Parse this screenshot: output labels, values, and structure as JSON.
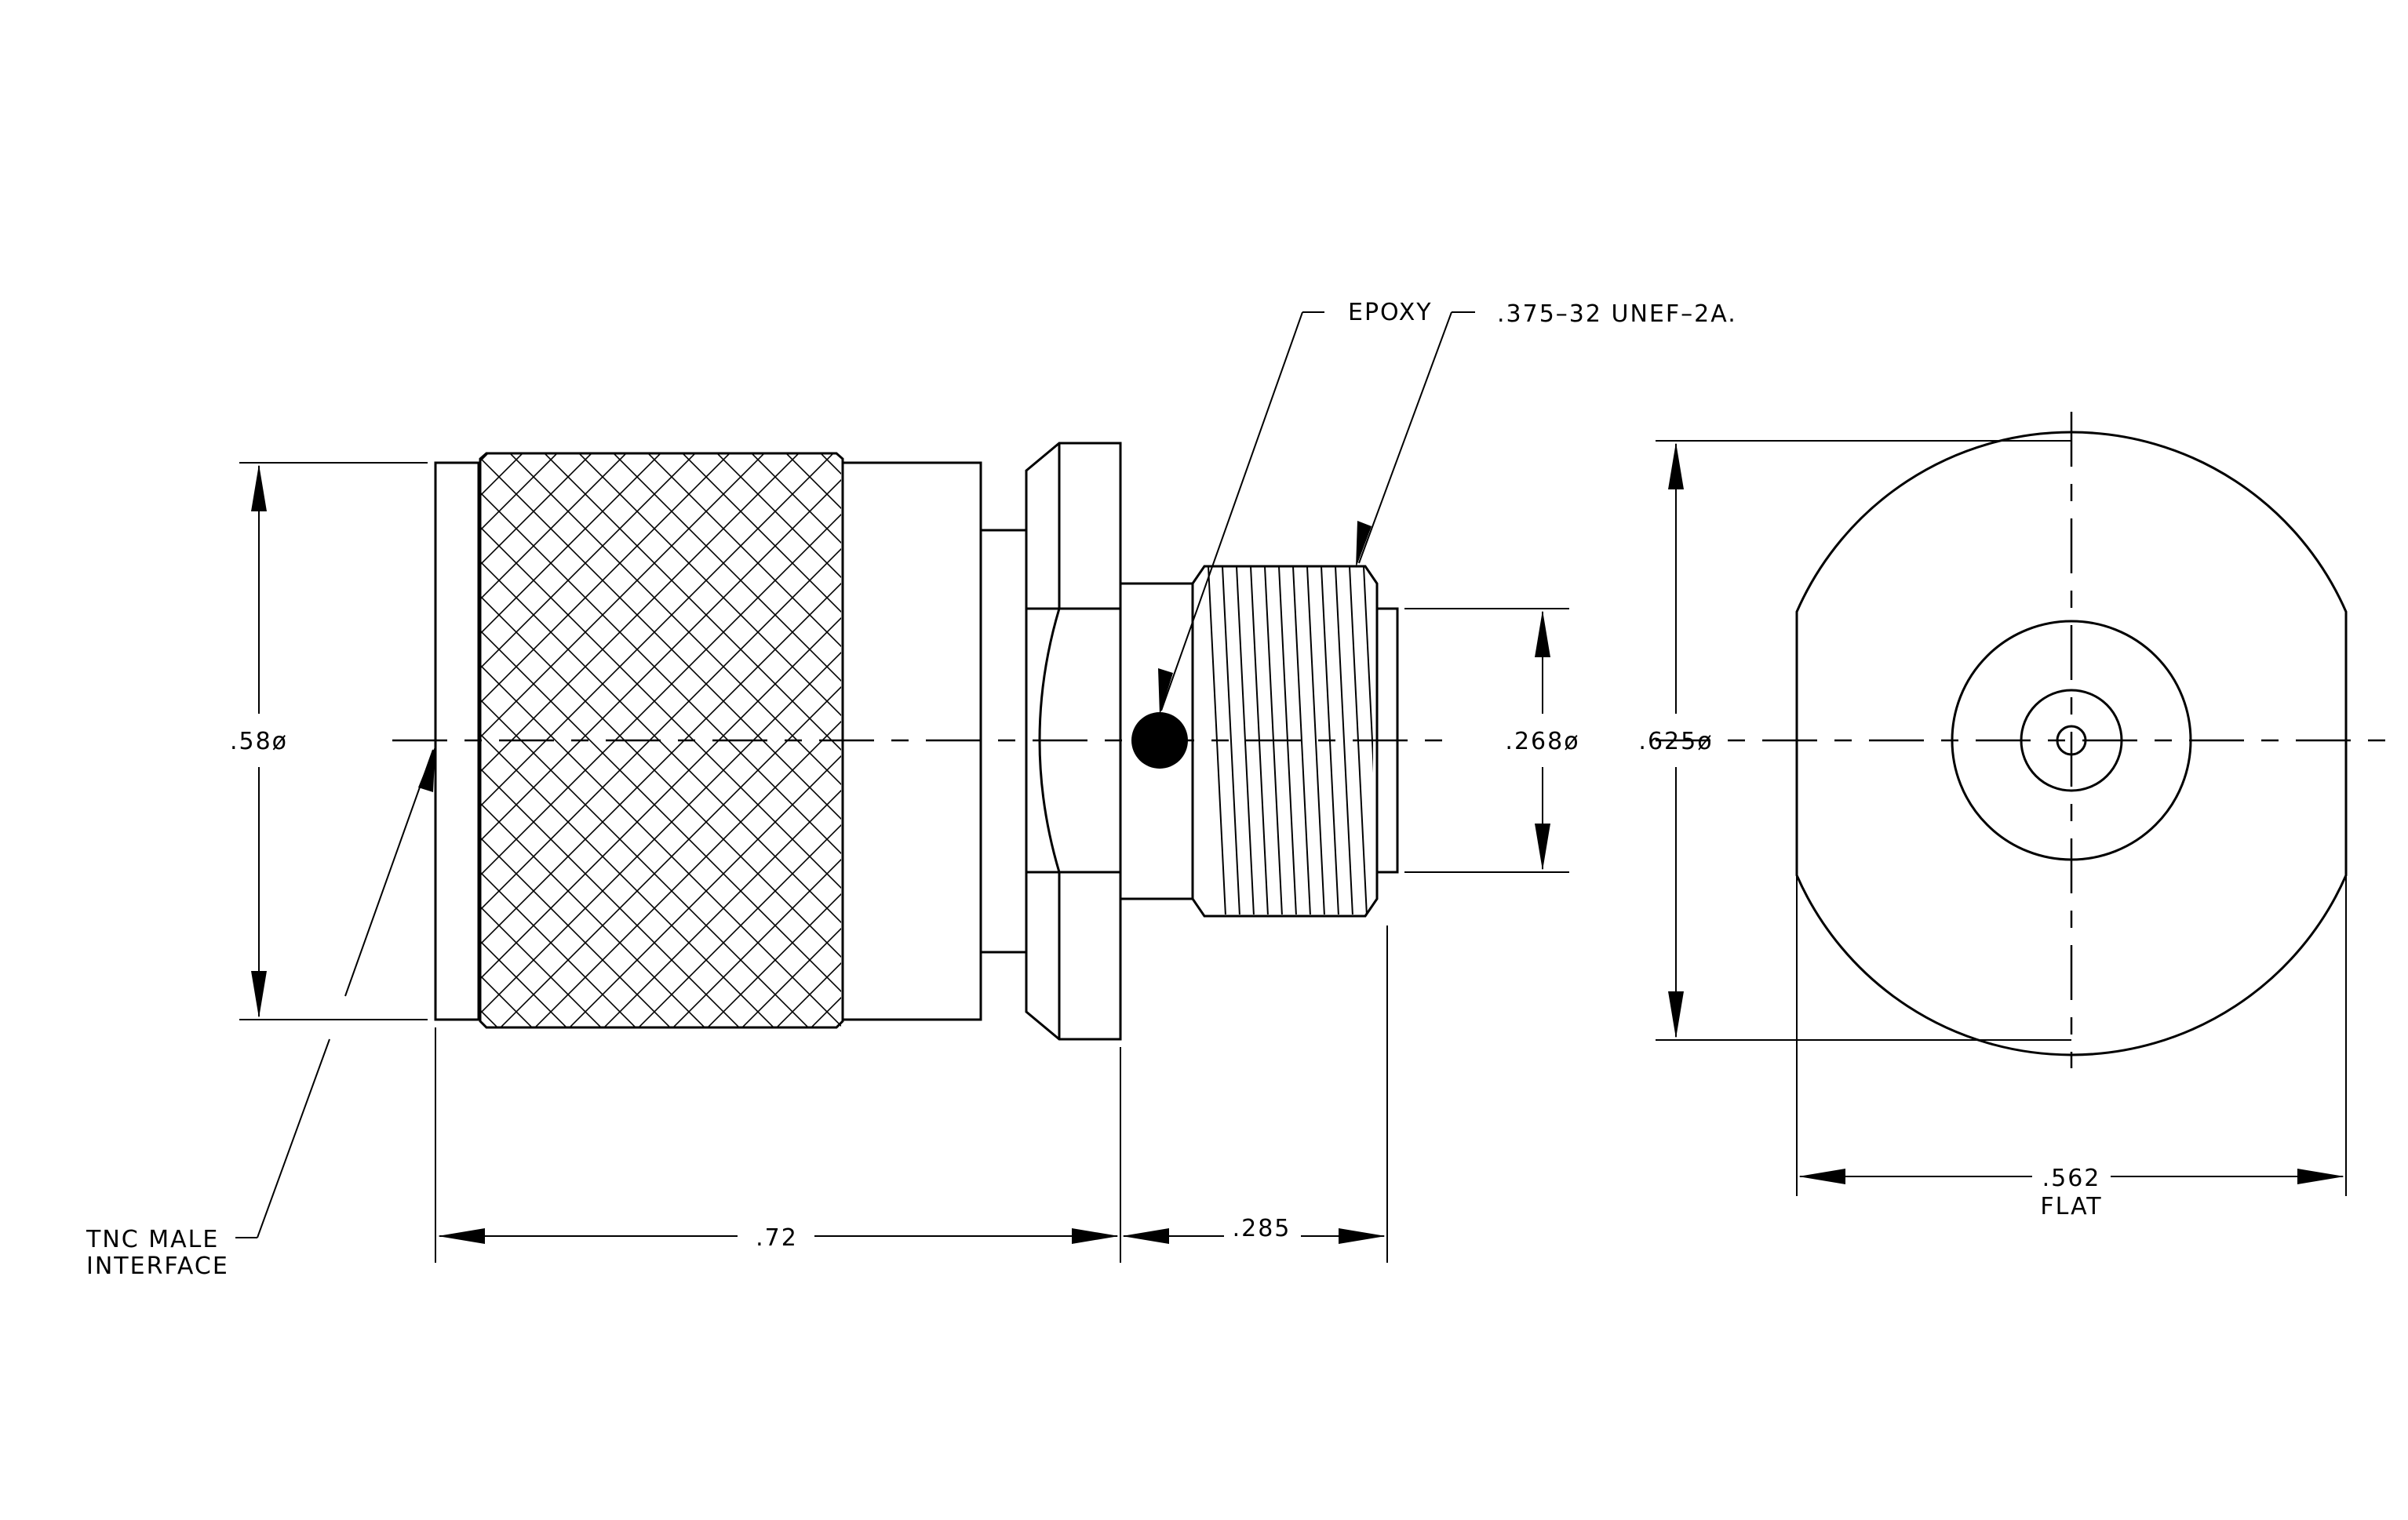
{
  "labels": {
    "epoxy": "EPOXY",
    "thread": ".375–32 UNEF–2A.",
    "dia_body": ".58ø",
    "dia_thread": ".268ø",
    "dia_flange": ".625ø",
    "len_body": ".72",
    "len_thread": ".285",
    "flat_value": ".562",
    "flat_word": "FLAT",
    "interface_line1": "TNC  MALE",
    "interface_line2": "INTERFACE"
  }
}
